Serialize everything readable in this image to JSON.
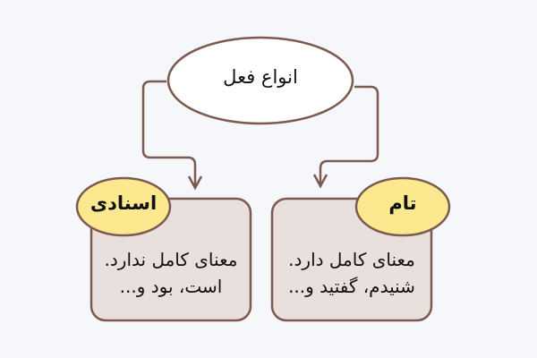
{
  "diagram": {
    "title": "انواع فعل",
    "colors": {
      "background": "#f6f7fa",
      "stroke": "#7d5a50",
      "box_fill": "#e9dfdc",
      "tag_fill": "#fce98f",
      "root_fill": "#ffffff"
    },
    "branches": [
      {
        "tag": "اسنادی",
        "line1": "معنای کامل ندارد.",
        "line2": "است، بود و..."
      },
      {
        "tag": "تام",
        "line1": "معنای کامل دارد.",
        "line2": "شنیدم، گفتید و..."
      }
    ]
  }
}
